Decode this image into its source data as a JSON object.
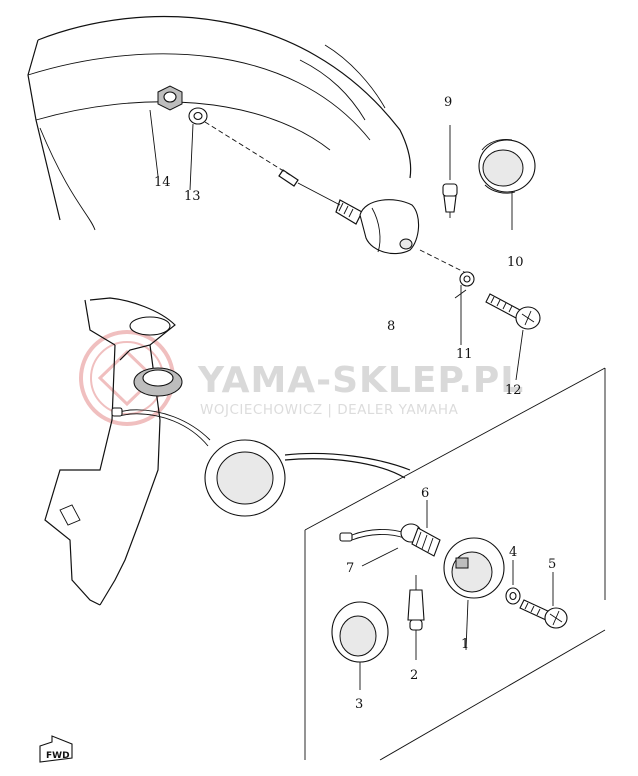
{
  "watermark": {
    "title": "YAMA-SKLEP.PL",
    "subtitle": "WOJCIECHOWICZ | DEALER YAMAHA",
    "logo_color": "#e58b8b",
    "text_color": "#d9d9d9"
  },
  "fwd_mark": "FWD",
  "parts": {
    "p1": "1",
    "p2": "2",
    "p3": "3",
    "p4": "4",
    "p5": "5",
    "p6": "6",
    "p7": "7",
    "p8": "8",
    "p9": "9",
    "p10": "10",
    "p11": "11",
    "p12": "12",
    "p13": "13",
    "p14": "14"
  }
}
